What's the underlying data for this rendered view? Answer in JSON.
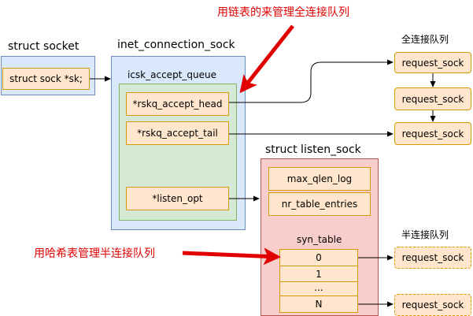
{
  "annotations": {
    "top": "用链表的来管理全连接队列",
    "left": "用哈希表管理半连接队列"
  },
  "struct_socket": {
    "title": "struct socket",
    "field": "struct sock *sk;"
  },
  "inet_connection_sock": {
    "title": "inet_connection_sock",
    "queue_title": "icsk_accept_queue",
    "fields": [
      "*rskq_accept_head",
      "*rskq_accept_tail",
      "*listen_opt"
    ]
  },
  "listen_sock": {
    "title": "struct listen_sock",
    "fields": [
      "max_qlen_log",
      "nr_table_entries"
    ],
    "syn_table_title": "syn_table",
    "syn_table_rows": [
      "0",
      "1",
      "...",
      "N"
    ]
  },
  "full_queue": {
    "title": "全连接队列",
    "items": [
      "request_sock",
      "request_sock",
      "request_sock"
    ]
  },
  "half_queue": {
    "title": "半连接队列",
    "items": [
      "request_sock",
      "request_sock"
    ]
  },
  "colors": {
    "blue_fill": "#dae8fc",
    "blue_border": "#6c8ebf",
    "green_fill": "#d5e8d4",
    "green_border": "#82b366",
    "orange_fill": "#ffe6cc",
    "orange_border": "#d79b00",
    "red_fill": "#f8cecc",
    "red_border": "#b85450",
    "annotation": "#e10000"
  }
}
